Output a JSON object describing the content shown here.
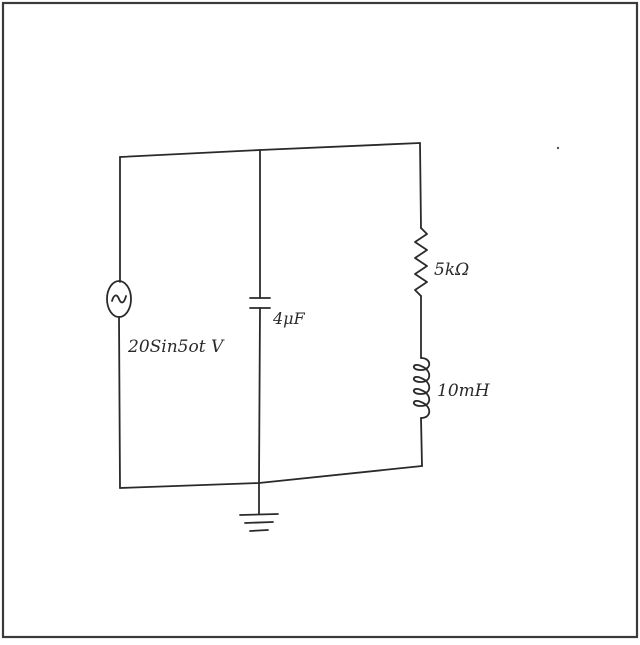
{
  "circuit": {
    "source_label": "20Sin5ot V",
    "capacitor_label": "4μF",
    "resistor_label": "5kΩ",
    "inductor_label": "10mH"
  }
}
